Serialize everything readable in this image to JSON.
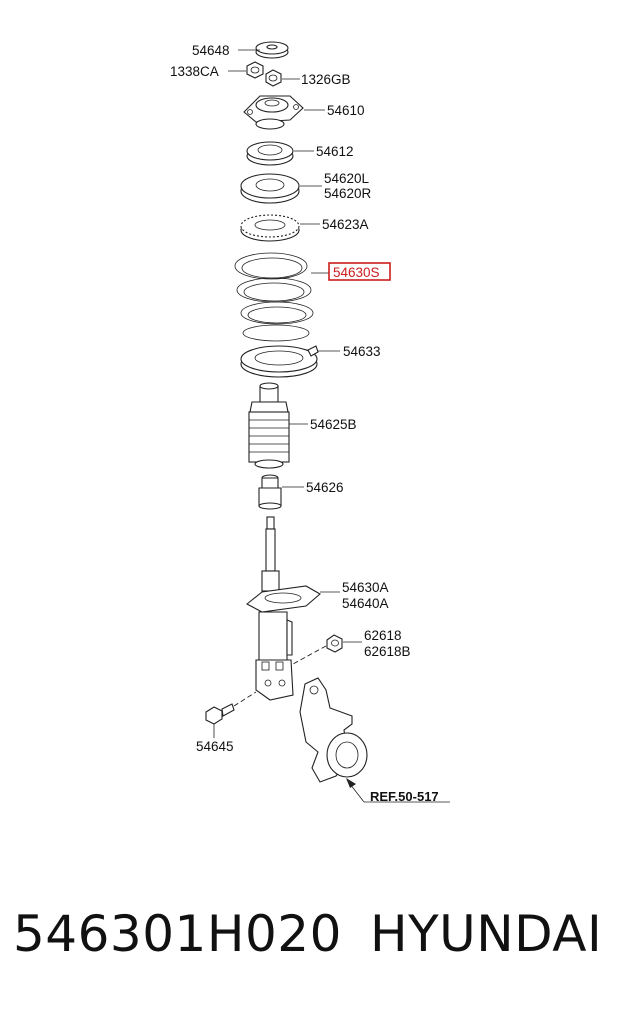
{
  "labels": {
    "l54648": "54648",
    "l1338CA": "1338CA",
    "l1326GB": "1326GB",
    "l54610": "54610",
    "l54612": "54612",
    "l54620L": "54620L",
    "l54620R": "54620R",
    "l54623A": "54623A",
    "l54630S": "54630S",
    "l54633": "54633",
    "l54625B": "54625B",
    "l54626": "54626",
    "l54630A": "54630A",
    "l54640A": "54640A",
    "l62618": "62618",
    "l62618B": "62618B",
    "l54645": "54645",
    "ref": "REF.50-517"
  },
  "footer": {
    "part_number": "546301H020",
    "brand": "HYUNDAI"
  },
  "colors": {
    "highlight": "#cc1d1d",
    "line": "#222222"
  }
}
